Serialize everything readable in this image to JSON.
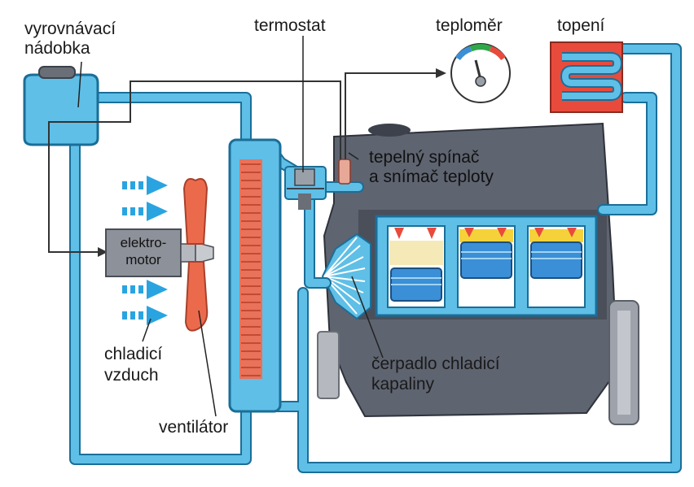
{
  "labels": {
    "expansion_tank_line1": "vyrovnávací",
    "expansion_tank_line2": "nádobka",
    "thermostat": "termostat",
    "thermometer": "teploměr",
    "heater": "topení",
    "thermal_switch_line1": "tepelný spínač",
    "thermal_switch_line2": "a snímač teploty",
    "electromotor_line1": "elektro-",
    "electromotor_line2": "motor",
    "cooling_air_line1": "chladicí",
    "cooling_air_line2": "vzduch",
    "fan": "ventilátor",
    "pump_line1": "čerpadlo chladicí",
    "pump_line2": "kapaliny"
  },
  "colors": {
    "coolant": "#5fbfe6",
    "coolant_dark": "#1a6e98",
    "radiator_core": "#e8725a",
    "engine": "#5e6470",
    "engine_dark": "#3c414b",
    "fan_blade": "#ec6a4c",
    "air_arrow": "#2aa4e0",
    "piston": "#3b8fd6",
    "heater_box": "#e84b3c"
  }
}
